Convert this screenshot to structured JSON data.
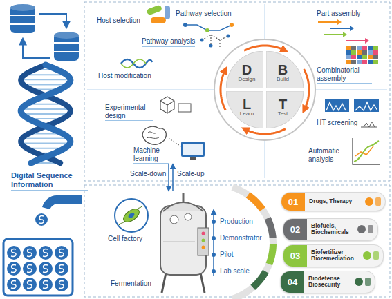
{
  "diagram": {
    "nodes": [
      {
        "text": [
          "D",
          "Design"
        ]
      },
      {
        "text": [
          "B",
          "Build"
        ]
      },
      {
        "text": [
          "L",
          "Learn"
        ]
      },
      {
        "text": [
          "T",
          "Test"
        ]
      },
      {
        "text": [
          "01",
          "Drugs, Therapy"
        ]
      },
      {
        "text": [
          "02",
          "Biofuels, Biochemicals"
        ]
      },
      {
        "text": [
          "03",
          "Biofertilizer Bioremediation"
        ]
      },
      {
        "text": [
          "04",
          "Biodefense Biosecurity"
        ]
      }
    ],
    "edges": [
      {
        "from": 0,
        "to": 1,
        "arrow": "to"
      },
      {
        "from": 1,
        "to": 3,
        "arrow": "to"
      },
      {
        "from": 3,
        "to": 2,
        "arrow": "to"
      },
      {
        "from": 2,
        "to": 0,
        "arrow": "to"
      }
    ],
    "labels": [
      "Host selection",
      "Pathway selection",
      "Pathway analysis",
      "Host modification",
      "Experimental design",
      "Machine learning",
      "Part assembly",
      "Combinatorial assembly",
      "HT screening",
      "Automatic analysis",
      "Digital Sequence Information",
      "Scale-down",
      "Scale-up",
      "Cell factory",
      "Fermentation",
      "Production",
      "Demonstrator",
      "Pilot",
      "Lab scale"
    ]
  }
}
